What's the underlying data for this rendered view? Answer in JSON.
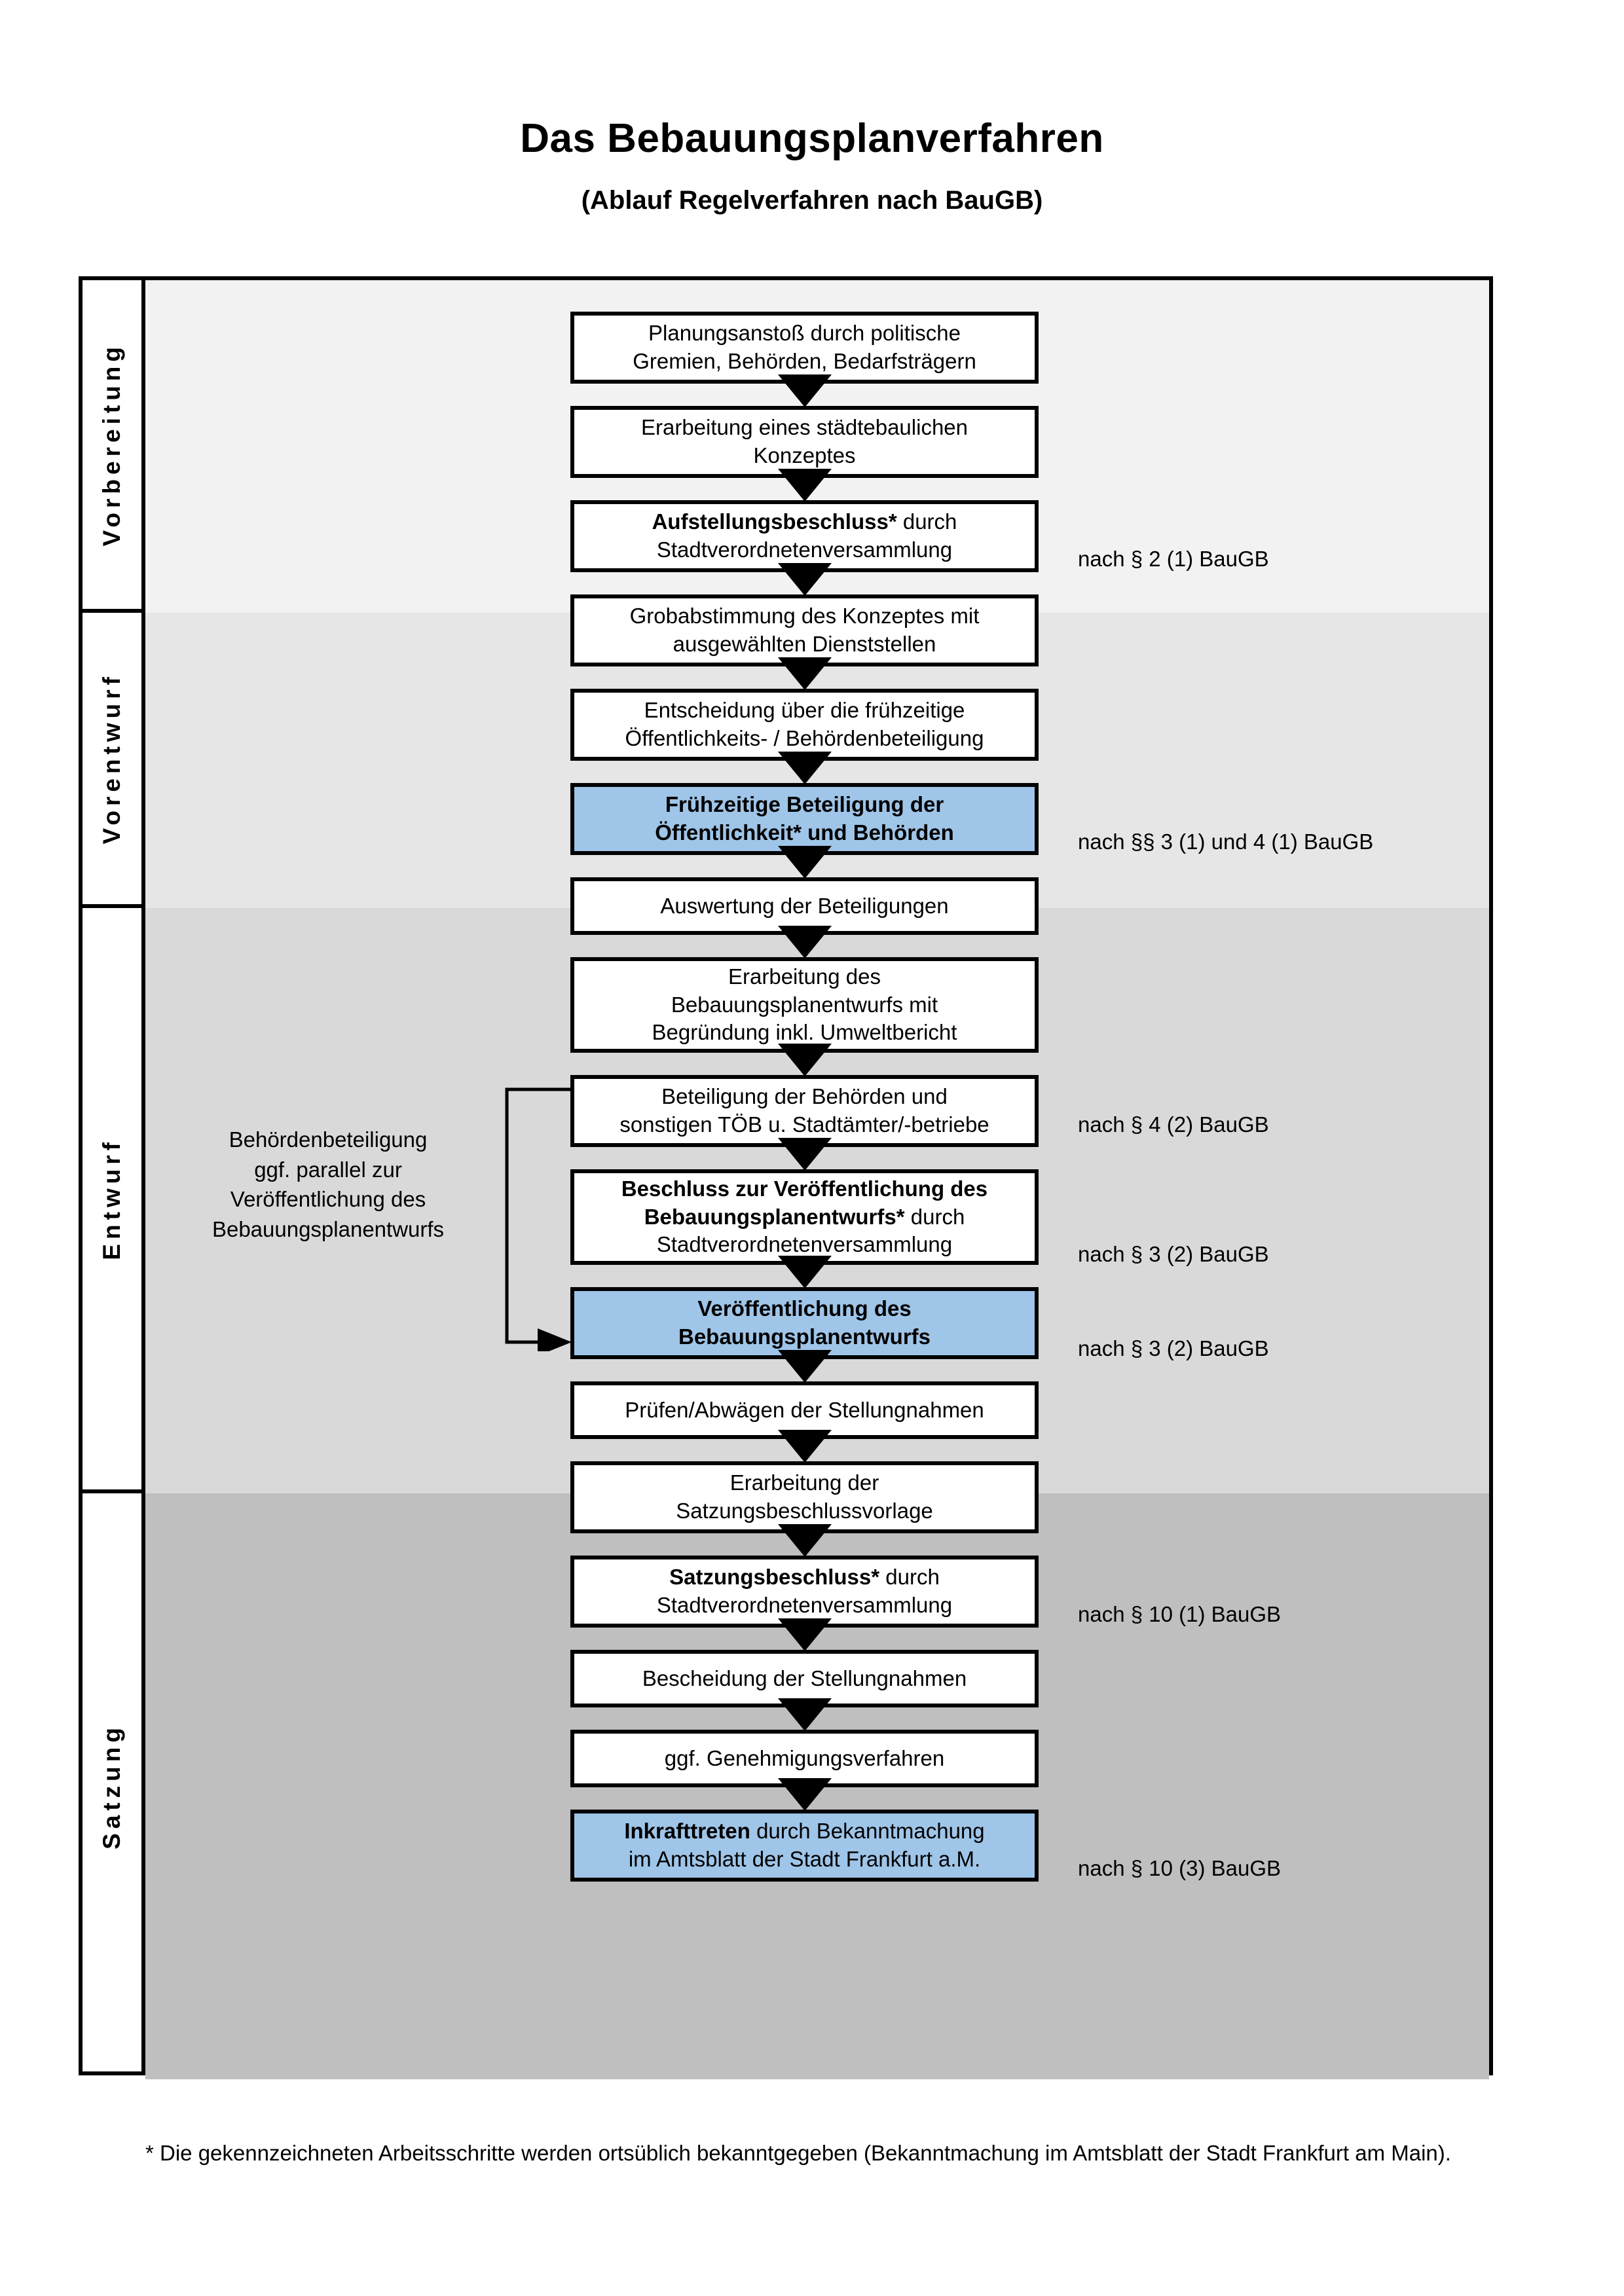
{
  "header": {
    "title": "Das Bebauungsplanverfahren",
    "subtitle": "(Ablauf Regelverfahren nach BauGB)"
  },
  "colors": {
    "highlight_box": "#9FC5E8",
    "band_vorbereitung": "#F2F2F2",
    "band_vorentwurf": "#E6E6E6",
    "band_entwurf": "#D9D9D9",
    "band_satzung": "#BFBFBF",
    "border": "#000000"
  },
  "phases": [
    {
      "label": "Vorbereitung"
    },
    {
      "label": "Vorentwurf"
    },
    {
      "label": "Entwurf"
    },
    {
      "label": "Satzung"
    }
  ],
  "steps": [
    {
      "id": "planungsanstoss",
      "lines": [
        "Planungsanstoß durch politische",
        "Gremien, Behörden, Bedarfsträgern"
      ],
      "bold": [
        false,
        false
      ],
      "highlight": false
    },
    {
      "id": "staedtebauliches-konzept",
      "lines": [
        "Erarbeitung eines städtebaulichen",
        "Konzeptes"
      ],
      "bold": [
        false,
        false
      ],
      "highlight": false
    },
    {
      "id": "aufstellungsbeschluss",
      "lines": [
        "Aufstellungsbeschluss* durch",
        "Stadtverordnetenversammlung"
      ],
      "bold": [
        true,
        false
      ],
      "highlight": false
    },
    {
      "id": "grobabstimmung",
      "lines": [
        "Grobabstimmung des Konzeptes mit",
        "ausgewählten Dienststellen"
      ],
      "bold": [
        false,
        false
      ],
      "highlight": false
    },
    {
      "id": "entscheidung-fruehzeitig",
      "lines": [
        "Entscheidung über die frühzeitige",
        "Öffentlichkeits- / Behördenbeteiligung"
      ],
      "bold": [
        false,
        false
      ],
      "highlight": false
    },
    {
      "id": "fruehzeitige-beteiligung",
      "lines": [
        "Frühzeitige Beteiligung der",
        "Öffentlichkeit* und Behörden"
      ],
      "bold": [
        true,
        true
      ],
      "highlight": true
    },
    {
      "id": "auswertung-beteiligungen",
      "lines": [
        "Auswertung der Beteiligungen"
      ],
      "bold": [
        false
      ],
      "highlight": false
    },
    {
      "id": "erarbeitung-entwurf",
      "lines": [
        "Erarbeitung des",
        "Bebauungsplanentwurfs mit",
        "Begründung inkl. Umweltbericht"
      ],
      "bold": [
        false,
        false,
        false
      ],
      "highlight": false
    },
    {
      "id": "beteiligung-behoerden-toeb",
      "lines": [
        "Beteiligung der Behörden und",
        "sonstigen TÖB u. Stadtämter/-betriebe"
      ],
      "bold": [
        false,
        false
      ],
      "highlight": false
    },
    {
      "id": "beschluss-veroeffentlichung",
      "lines": [
        "Beschluss zur Veröffentlichung des",
        "Bebauungsplanentwurfs* durch",
        "Stadtverordnetenversammlung"
      ],
      "bold": [
        true,
        true,
        false
      ],
      "highlight": false
    },
    {
      "id": "veroeffentlichung-entwurf",
      "lines": [
        "Veröffentlichung des",
        "Bebauungsplanentwurfs"
      ],
      "bold": [
        true,
        true
      ],
      "highlight": true
    },
    {
      "id": "pruefen-abwaegen",
      "lines": [
        "Prüfen/Abwägen der Stellungnahmen"
      ],
      "bold": [
        false
      ],
      "highlight": false
    },
    {
      "id": "satzungsbeschlussvorlage",
      "lines": [
        "Erarbeitung der",
        "Satzungsbeschlussvorlage"
      ],
      "bold": [
        false,
        false
      ],
      "highlight": false
    },
    {
      "id": "satzungsbeschluss",
      "lines": [
        "Satzungsbeschluss* durch",
        "Stadtverordnetenversammlung"
      ],
      "bold": [
        true,
        false
      ],
      "highlight": false
    },
    {
      "id": "bescheidung-stellungnahmen",
      "lines": [
        "Bescheidung der Stellungnahmen"
      ],
      "bold": [
        false
      ],
      "highlight": false
    },
    {
      "id": "genehmigungsverfahren",
      "lines": [
        "ggf. Genehmigungsverfahren"
      ],
      "bold": [
        false
      ],
      "highlight": false
    },
    {
      "id": "inkrafttreten",
      "lines": [
        "Inkrafttreten durch Bekanntmachung",
        "im Amtsblatt der Stadt Frankfurt a.M."
      ],
      "bold": [
        true,
        false
      ],
      "highlight": true
    }
  ],
  "legal_refs": [
    {
      "id": "ref-aufstellungsbeschluss",
      "text": "nach § 2 (1) BauGB"
    },
    {
      "id": "ref-fruehzeitige-beteiligung",
      "text": "nach §§ 3 (1) und 4 (1) BauGB"
    },
    {
      "id": "ref-beteiligung-behoerden",
      "text": "nach § 4 (2) BauGB"
    },
    {
      "id": "ref-beschluss-veroeffentlichung",
      "text": "nach § 3 (2) BauGB"
    },
    {
      "id": "ref-veroeffentlichung",
      "text": "nach § 3 (2) BauGB"
    },
    {
      "id": "ref-satzungsbeschluss",
      "text": "nach § 10 (1) BauGB"
    },
    {
      "id": "ref-inkrafttreten",
      "text": "nach § 10 (3) BauGB"
    }
  ],
  "side_note": {
    "lines": [
      "Behördenbeteiligung",
      "ggf. parallel zur",
      "Veröffentlichung des",
      "Bebauungsplanentwurfs"
    ]
  },
  "footnote": {
    "text": "* Die gekennzeichneten Arbeitsschritte werden ortsüblich bekanntgegeben (Bekanntmachung im Amtsblatt  der Stadt Frankfurt am Main)."
  }
}
